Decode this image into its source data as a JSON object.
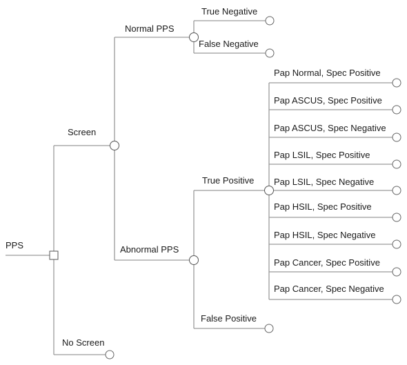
{
  "root": {
    "label": "PPS"
  },
  "branches": {
    "screen": "Screen",
    "no_screen": "No Screen",
    "normal_pps": "Normal PPS",
    "abnormal_pps": "Abnormal PPS",
    "true_negative": "True Negative",
    "false_negative": "False Negative",
    "true_positive": "True Positive",
    "false_positive": "False Positive"
  },
  "outcomes": [
    {
      "label": "Pap Normal, Spec Positive"
    },
    {
      "label": "Pap ASCUS, Spec Positive"
    },
    {
      "label": "Pap ASCUS, Spec Negative"
    },
    {
      "label": "Pap LSIL, Spec Positive"
    },
    {
      "label": "Pap LSIL, Spec Negative"
    },
    {
      "label": "Pap HSIL, Spec Positive"
    },
    {
      "label": "Pap HSIL, Spec Negative"
    },
    {
      "label": "Pap Cancer, Spec Positive"
    },
    {
      "label": "Pap Cancer, Spec Negative"
    }
  ]
}
